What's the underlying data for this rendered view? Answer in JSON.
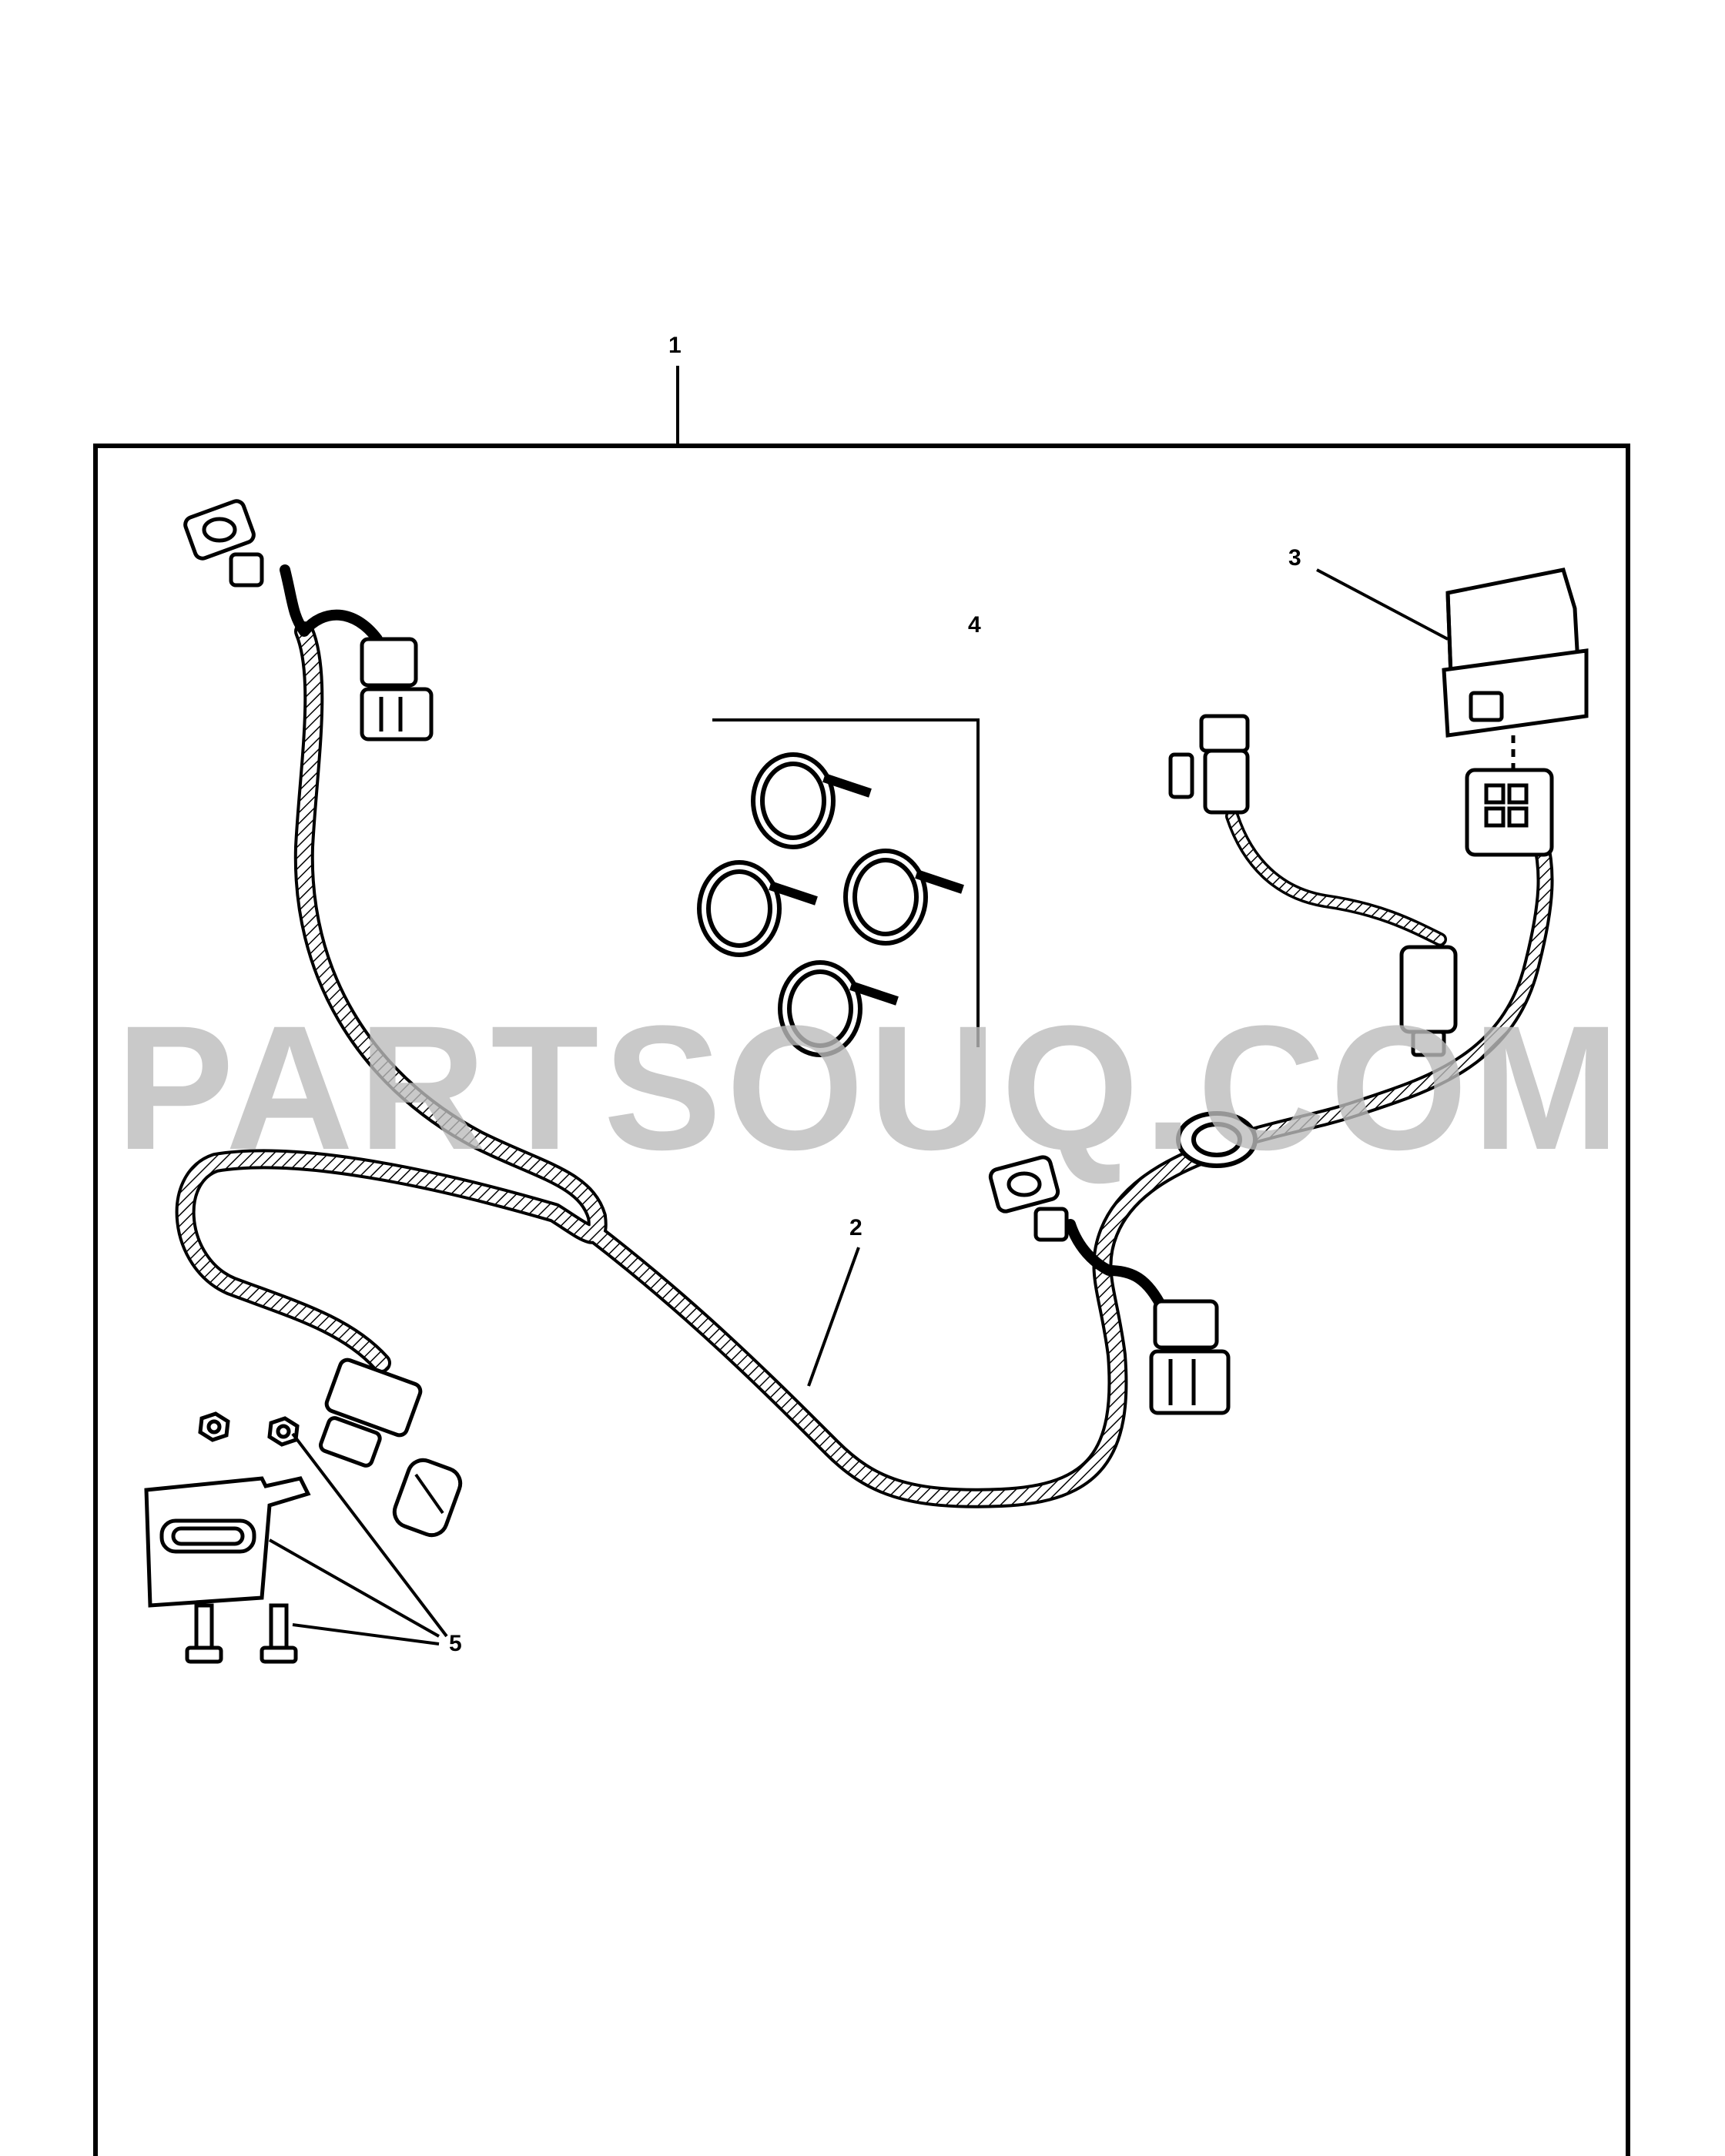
{
  "callouts": {
    "kit": "1",
    "harness": "2",
    "relay": "3",
    "cable_ties": "4",
    "fixings": "5"
  },
  "watermark": "PARTSOUQ.COM",
  "colors": {
    "line": "#000000",
    "watermark": "#bcbcbc",
    "background": "#ffffff"
  }
}
